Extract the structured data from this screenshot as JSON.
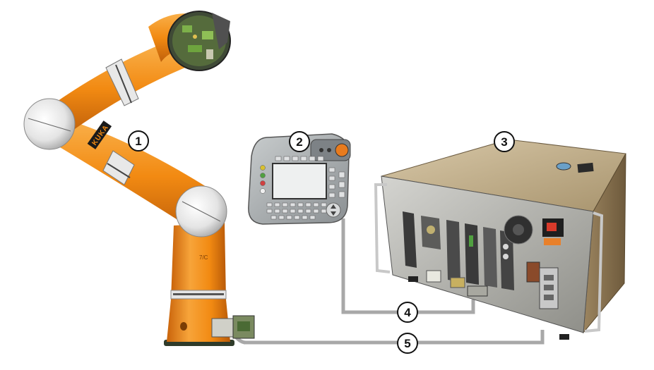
{
  "diagram": {
    "callouts": [
      "1",
      "2",
      "3",
      "4",
      "5"
    ],
    "robot_logo_text": "KUKA",
    "robot_joint_text": "7/C",
    "colors": {
      "robot_orange": "#f28a12",
      "robot_orange_dark": "#c8640a",
      "cable_gray": "#a8a8a8",
      "pendant_gray": "#9ea3a6",
      "cabinet_metal": "#b9a98c",
      "callout_fill": "#ffffff",
      "callout_stroke": "#111111"
    },
    "components": [
      {
        "callout": "1",
        "icon": "robot-arm-icon"
      },
      {
        "callout": "2",
        "icon": "teach-pendant-icon"
      },
      {
        "callout": "3",
        "icon": "controller-cabinet-icon"
      },
      {
        "callout": "4",
        "icon": "pendant-cable-icon"
      },
      {
        "callout": "5",
        "icon": "motor-data-cable-icon"
      }
    ]
  }
}
